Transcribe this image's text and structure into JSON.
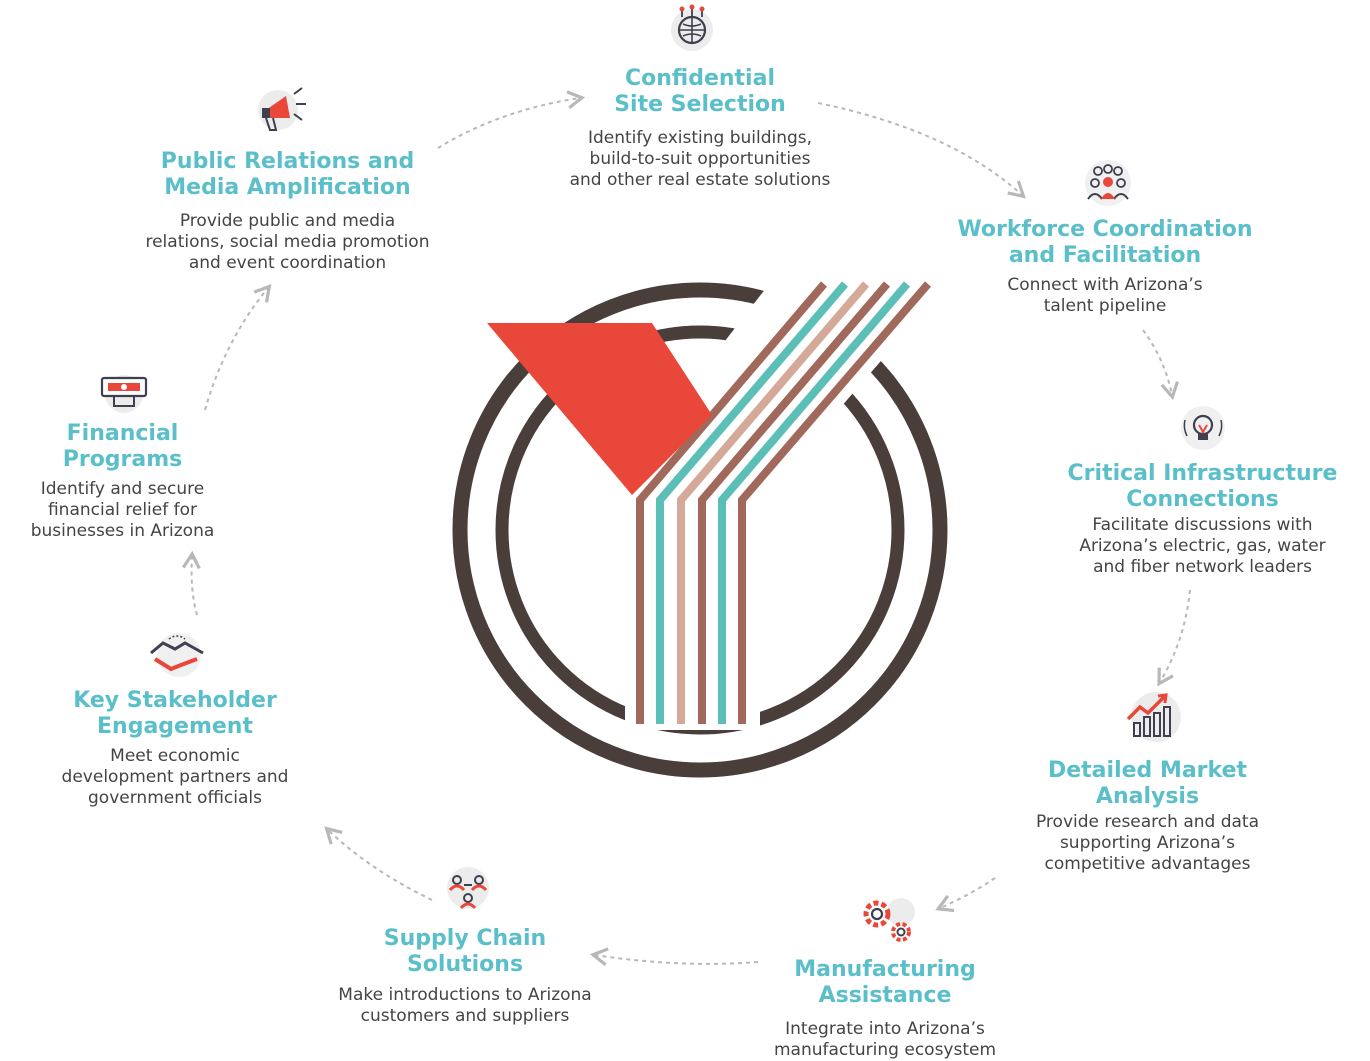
{
  "colors": {
    "title": "#5bbfca",
    "body_text": "#444444",
    "ring": "#4a3e3a",
    "logo_red": "#e8473a",
    "stripe_brown": "#a0695c",
    "stripe_teal": "#5bbfb8",
    "stripe_tan": "#d4a99a",
    "arrow": "#b8b8b8"
  },
  "nodes": [
    {
      "id": "site-selection",
      "icon": "circuit-globe-icon",
      "title": "Confidential\nSite Selection",
      "desc": "Identify existing buildings,\nbuild-to-suit opportunities\nand other real estate solutions"
    },
    {
      "id": "workforce",
      "icon": "people-group-icon",
      "title": "Workforce Coordination\nand Facilitation",
      "desc": "Connect with Arizona’s\ntalent pipeline"
    },
    {
      "id": "infrastructure",
      "icon": "lightbulb-icon",
      "title": "Critical Infrastructure\nConnections",
      "desc": "Facilitate discussions with\nArizona’s electric, gas, water\nand fiber network leaders"
    },
    {
      "id": "market-analysis",
      "icon": "growth-chart-icon",
      "title": "Detailed Market\nAnalysis",
      "desc": "Provide research and data\nsupporting Arizona’s\ncompetitive advantages"
    },
    {
      "id": "manufacturing",
      "icon": "gears-icon",
      "title": "Manufacturing\nAssistance",
      "desc": "Integrate into Arizona’s\nmanufacturing ecosystem"
    },
    {
      "id": "supply-chain",
      "icon": "network-people-icon",
      "title": "Supply Chain\nSolutions",
      "desc": "Make introductions to Arizona\ncustomers and suppliers"
    },
    {
      "id": "stakeholder",
      "icon": "handshake-icon",
      "title": "Key Stakeholder\nEngagement",
      "desc": "Meet economic\ndevelopment partners and\ngovernment officials"
    },
    {
      "id": "financial",
      "icon": "money-hand-icon",
      "title": "Financial\nPrograms",
      "desc": "Identify and secure\nfinancial relief for\nbusinesses in Arizona"
    },
    {
      "id": "public-relations",
      "icon": "megaphone-icon",
      "title": "Public Relations and\nMedia Amplification",
      "desc": "Provide public and media\nrelations, social media promotion\nand event coordination"
    }
  ]
}
